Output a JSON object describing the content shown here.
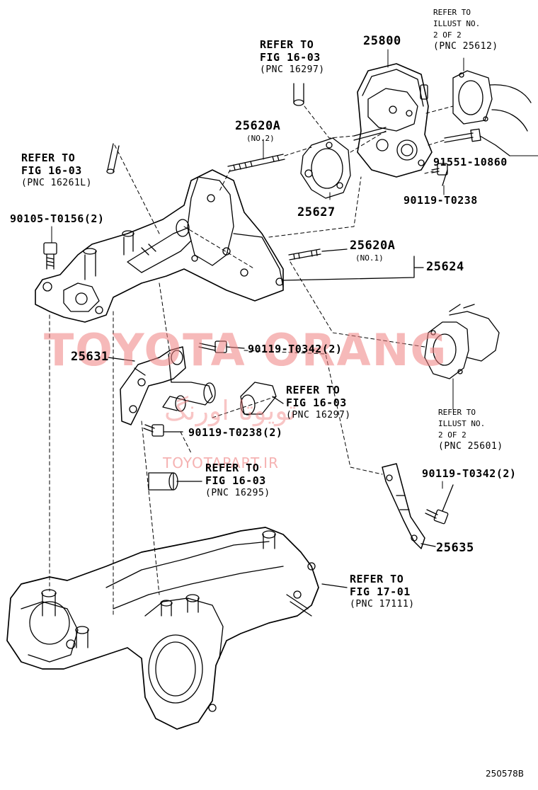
{
  "colors": {
    "ink": "#000000",
    "watermark": "#f08080"
  },
  "watermark": {
    "brand": "TOYOTA ORANG",
    "persian": "تویوتا اورنگ",
    "site": "TOYOTAPART.IR"
  },
  "labels": {
    "p25800": "25800",
    "ref_illust_2612": [
      "REFER TO",
      "ILLUST NO.",
      "2 OF 2",
      "(PNC 25612)"
    ],
    "ref_fig_16297_top": [
      "REFER TO",
      "FIG 16-03",
      "(PNC 16297)"
    ],
    "p25620a_no2": "25620A",
    "no2": "(NO.2)",
    "ref_fig_16261": [
      "REFER TO",
      "FIG 16-03",
      "(PNC 16261L)"
    ],
    "p91551": "91551-10860",
    "p90119_t0238_top": "90119-T0238",
    "p25627": "25627",
    "p90105": "90105-T0156(2)",
    "p25620a_no1": "25620A",
    "no1": "(NO.1)",
    "p25624": "25624",
    "p90119_t0342_mid": "90119-T0342(2)",
    "p25631": "25631",
    "ref_fig_16297_mid": [
      "REFER TO",
      "FIG 16-03",
      "(PNC 16297)"
    ],
    "ref_illust_25601": [
      "REFER TO",
      "ILLUST NO.",
      "2 OF 2",
      "(PNC 25601)"
    ],
    "p90119_t0238_mid": "90119-T0238(2)",
    "ref_fig_16295": [
      "REFER TO",
      "FIG 16-03",
      "(PNC 16295)"
    ],
    "p90119_t0342_right": "90119-T0342(2)",
    "p25635": "25635",
    "ref_fig_17111": [
      "REFER TO",
      "FIG 17-01",
      "(PNC 17111)"
    ],
    "figure_code": "250578B"
  }
}
